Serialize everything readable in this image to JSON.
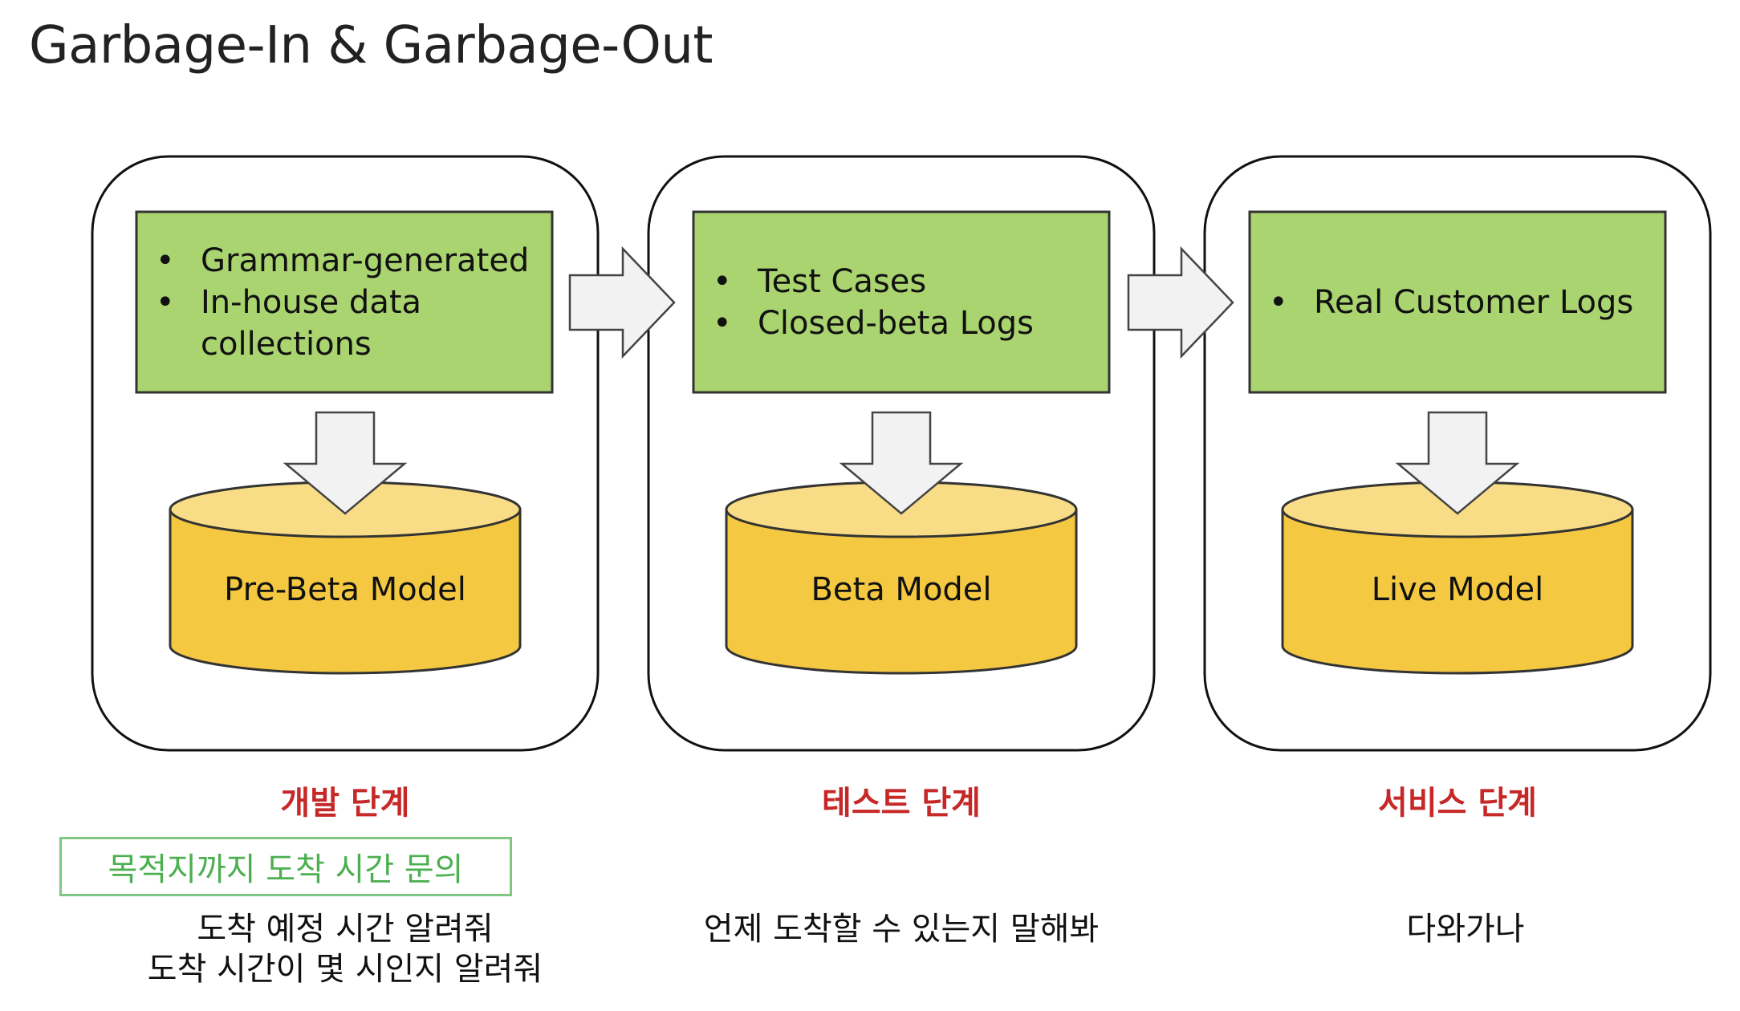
{
  "title": "Garbage-In & Garbage-Out",
  "colors": {
    "source_fill": "#a9d46f",
    "source_border": "#333333",
    "model_body": "#f5c842",
    "model_top": "#f9dd86",
    "stage_label": "#c62828",
    "query_border": "#81c784",
    "query_text": "#4caf50"
  },
  "stages": [
    {
      "sources": [
        "Grammar-generated",
        "In-house data collections"
      ],
      "model": "Pre-Beta Model",
      "label": "개발 단계",
      "utterances": [
        "도착 예정 시간 알려줘",
        "도착 시간이 몇 시인지 알려줘"
      ]
    },
    {
      "sources": [
        "Test Cases",
        "Closed-beta Logs"
      ],
      "model": "Beta Model",
      "label": "테스트 단계",
      "utterances": [
        "언제 도착할 수 있는지 말해봐"
      ]
    },
    {
      "sources": [
        "Real Customer Logs"
      ],
      "model": "Live Model",
      "label": "서비스 단계",
      "utterances": [
        "다와가나"
      ]
    }
  ],
  "query": "목적지까지 도착 시간 문의"
}
